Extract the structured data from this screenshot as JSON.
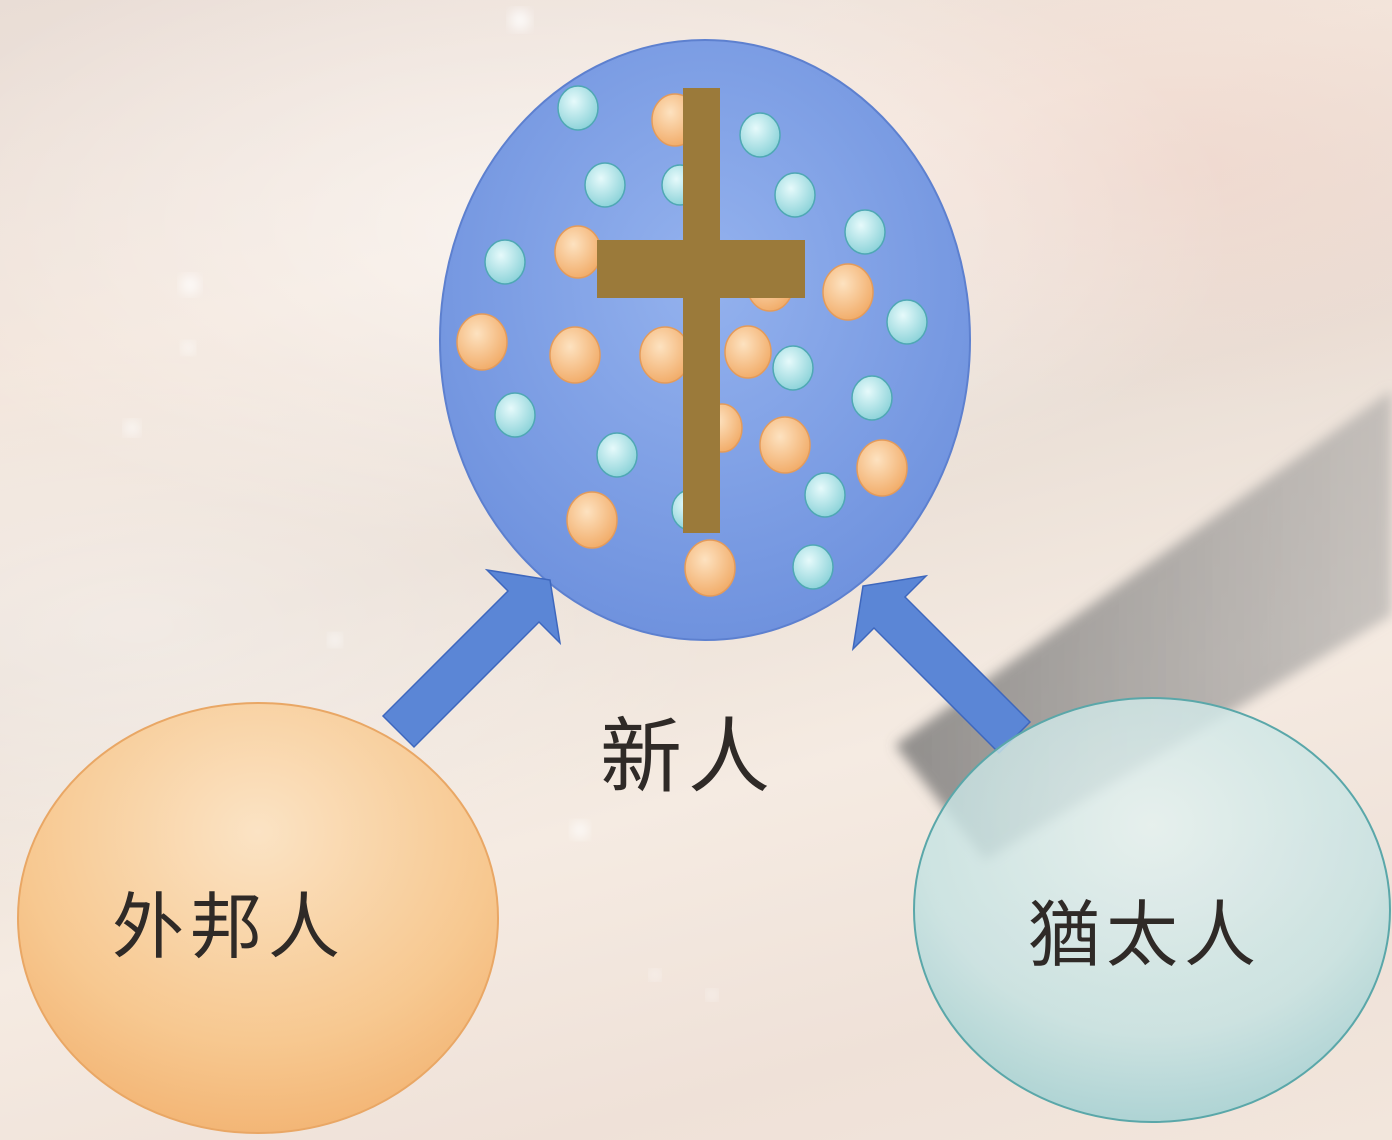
{
  "labels": {
    "new_man": "新人",
    "gentiles": "外邦人",
    "jews": "猶太人"
  },
  "colors": {
    "new_man_circle": "#8aa8ea",
    "gentile_circle": "#f6c48e",
    "jew_circle": "#b9dcdc",
    "dot_orange": "#f7c08c",
    "dot_teal": "#aee2e6",
    "cross": "#9b7a3a",
    "arrow": "#5b86d6"
  }
}
